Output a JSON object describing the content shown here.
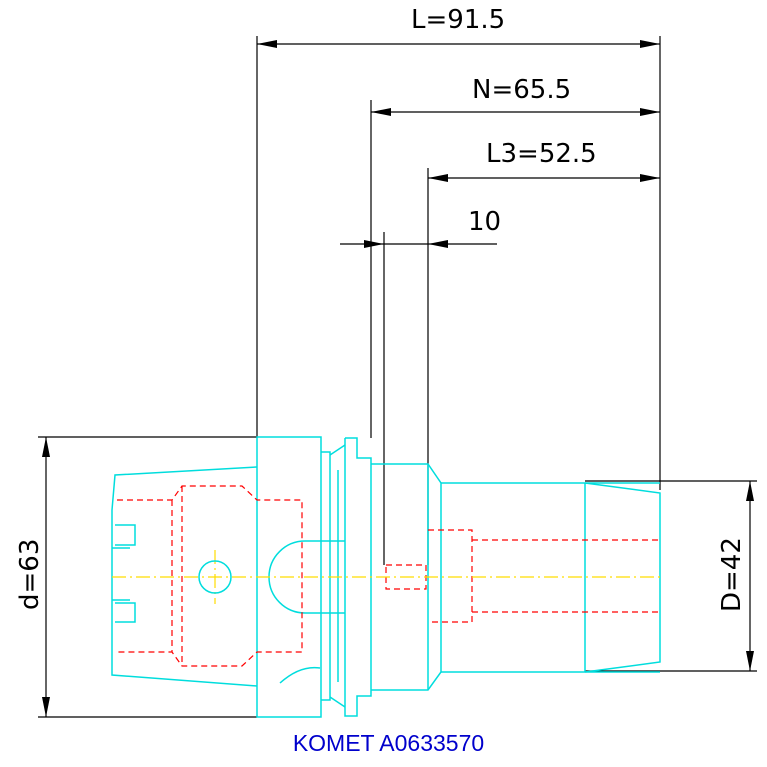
{
  "dimensions": {
    "overall_length": "L=91.5",
    "n_length": "N=65.5",
    "l3_length": "L3=52.5",
    "gap": "10",
    "flange_diameter": "d=63",
    "shank_diameter": "D=42"
  },
  "caption": "KOMET A0633570",
  "colors": {
    "dimension_lines": "#000000",
    "outline": "#00dddd",
    "hidden_lines": "#ff0000",
    "center_line": "#ffdd00",
    "caption": "#0000cc"
  }
}
